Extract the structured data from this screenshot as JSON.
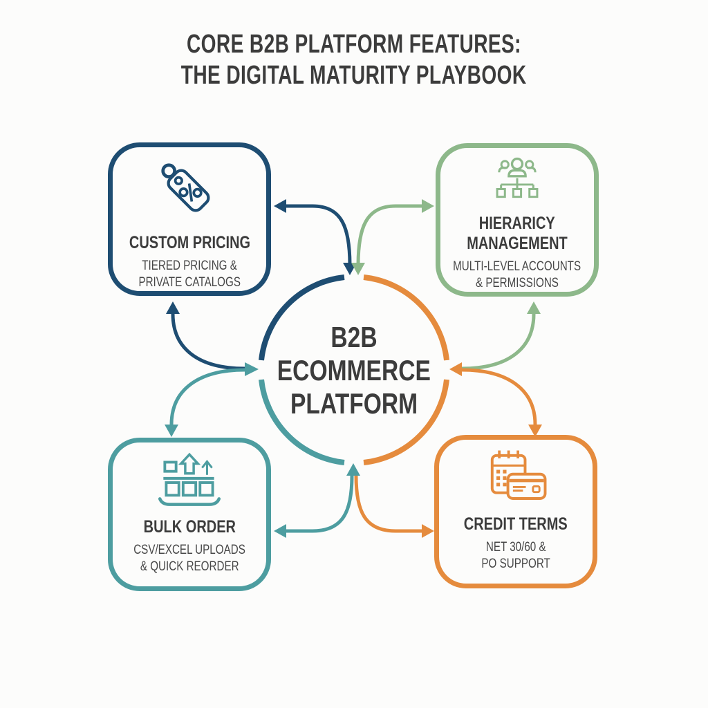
{
  "colors": {
    "blue": "#1e4d72",
    "green": "#8db88a",
    "teal": "#4d9da0",
    "orange": "#e58b3d",
    "text_dark": "#3c3c3c",
    "text_mid": "#474747",
    "bg": "#fcfcfb"
  },
  "title": {
    "line1": "CORE B2B PLATFORM FEATURES:",
    "line2": "THE DIGITAL MATURITY PLAYBOOK"
  },
  "center": {
    "lines": [
      "B2B",
      "ECOMMERCE",
      "PLATFORM"
    ]
  },
  "features": [
    {
      "id": "custom-pricing",
      "icon": "price-tag-percent-icon",
      "accent": "blue",
      "title_lines": [
        "CUSTOM PRICING"
      ],
      "subtitle_lines": [
        "TIERED PRICING &",
        "PRIVATE CATALOGS"
      ]
    },
    {
      "id": "hierarchy-management",
      "icon": "org-chart-people-icon",
      "accent": "green",
      "title_lines": [
        "HIERARICY",
        "MANAGEMENT"
      ],
      "subtitle_lines": [
        "MULTI-LEVEL ACCOUNTS",
        "& PERMISSIONS"
      ]
    },
    {
      "id": "bulk-order",
      "icon": "pallet-boxes-upload-icon",
      "accent": "teal",
      "title_lines": [
        "BULK ORDER"
      ],
      "subtitle_lines": [
        "CSV/EXCEL UPLOADS",
        "& QUICK REORDER"
      ]
    },
    {
      "id": "credit-terms",
      "icon": "calendar-credit-card-icon",
      "accent": "orange",
      "title_lines": [
        "CREDIT TERMS"
      ],
      "subtitle_lines": [
        "NET 30/60 &",
        "PO SUPPORT"
      ]
    }
  ],
  "connections": [
    {
      "between": "custom-pricing",
      "and": "platform",
      "color": "blue"
    },
    {
      "between": "hierarchy-management",
      "and": "platform",
      "color": "green"
    },
    {
      "between": "bulk-order",
      "and": "platform",
      "color": "teal"
    },
    {
      "between": "credit-terms",
      "and": "platform",
      "color": "orange"
    }
  ]
}
